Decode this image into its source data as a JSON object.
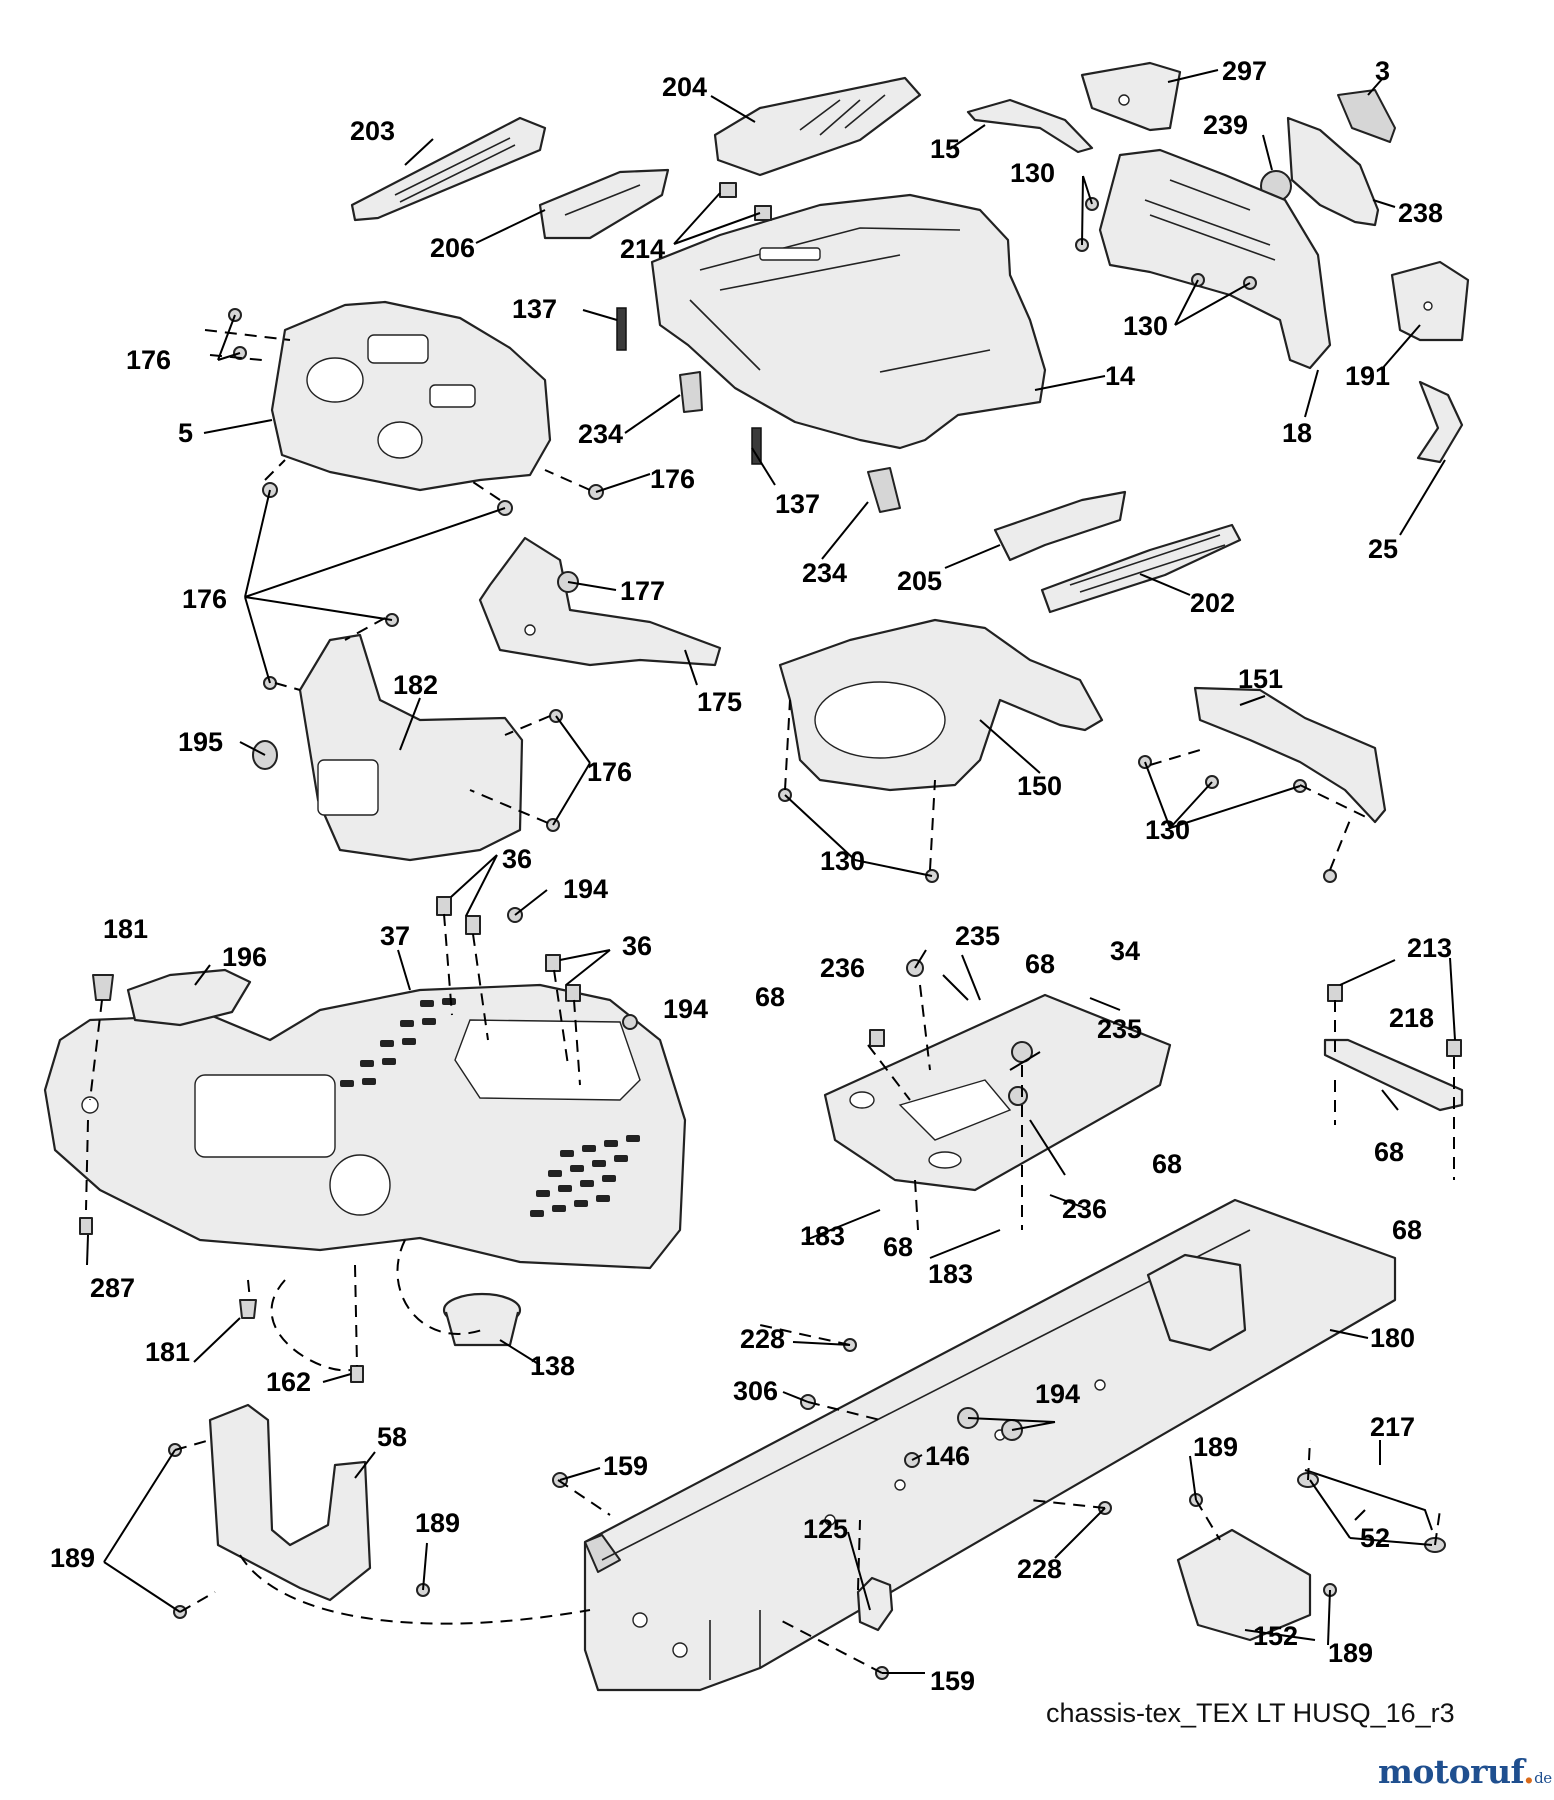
{
  "diagram": {
    "caption": "chassis-tex_TEX LT HUSQ_16_r3",
    "watermark": {
      "brand_main": "motoruf",
      "brand_dot": ".",
      "brand_tld": "de"
    },
    "callouts": [
      "203",
      "204",
      "15",
      "297",
      "3",
      "239",
      "238",
      "130",
      "206",
      "214",
      "137",
      "176",
      "5",
      "14",
      "130",
      "191",
      "18",
      "234",
      "176",
      "137",
      "25",
      "234",
      "205",
      "202",
      "176",
      "177",
      "175",
      "151",
      "182",
      "195",
      "176",
      "150",
      "130",
      "130",
      "36",
      "194",
      "181",
      "37",
      "196",
      "36",
      "235",
      "68",
      "34",
      "236",
      "68",
      "194",
      "213",
      "235",
      "218",
      "68",
      "68",
      "236",
      "68",
      "183",
      "68",
      "183",
      "287",
      "181",
      "138",
      "162",
      "228",
      "180",
      "306",
      "194",
      "146",
      "58",
      "159",
      "189",
      "217",
      "125",
      "189",
      "52",
      "189",
      "228",
      "152",
      "189",
      "159"
    ]
  }
}
